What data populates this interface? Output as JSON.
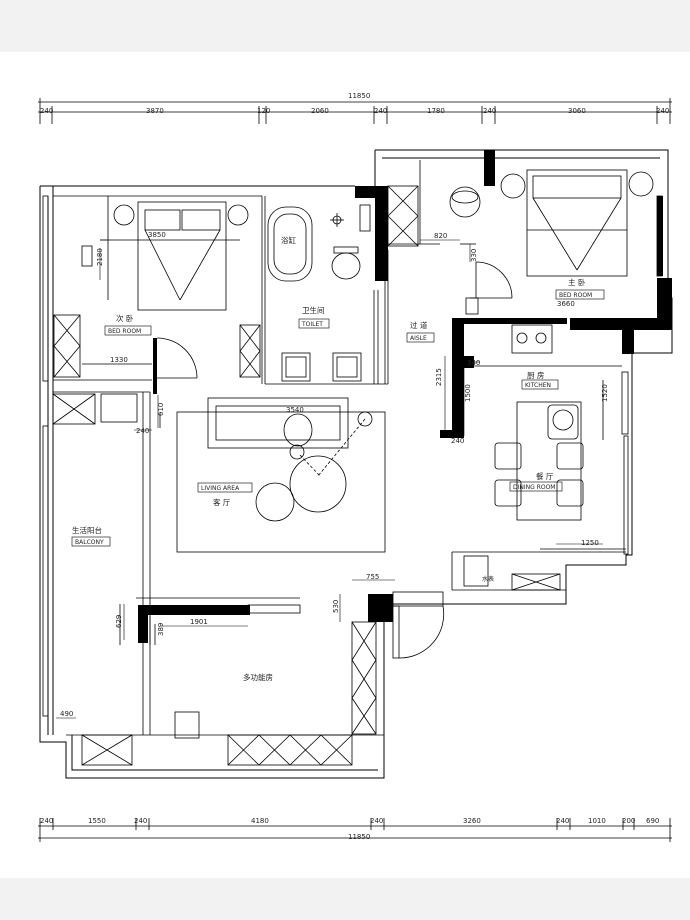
{
  "top_dimensions": {
    "total": "11850",
    "segments": [
      "240",
      "3870",
      "120",
      "2060",
      "240",
      "1780",
      "240",
      "3060",
      "240"
    ]
  },
  "bottom_dimensions": {
    "total": "11850",
    "segments": [
      "240",
      "1550",
      "240",
      "4180",
      "240",
      "3260",
      "240",
      "1010",
      "200",
      "690"
    ]
  },
  "inner_dimensions": {
    "d3850": "3850",
    "d2180": "2180",
    "d1330": "1330",
    "d610": "610",
    "d240a": "240",
    "d3540": "3540",
    "d820": "820",
    "d330": "330",
    "d3660": "3660",
    "d2315": "2315",
    "d1500": "1500",
    "d240b": "240",
    "d340": "340",
    "d1520": "1520",
    "d1250": "1250",
    "d755": "755",
    "d530": "530",
    "d629": "629",
    "d1901": "1901",
    "d389": "389",
    "d490": "490"
  },
  "rooms": {
    "second_bedroom": {
      "cn": "次 卧",
      "en": "BED ROOM"
    },
    "bathtub": "浴缸",
    "toilet": {
      "cn": "卫生间",
      "en": "TOILET"
    },
    "aisle": {
      "cn": "过 道",
      "en": "AISLE"
    },
    "master": {
      "cn": "主 卧",
      "en": "BED ROOM"
    },
    "kitchen": {
      "cn": "厨 房",
      "en": "KITCHEN"
    },
    "dining": {
      "cn": "餐 厅",
      "en": "DINING ROOM"
    },
    "living": {
      "en": "LIVING AREA",
      "cn": "客 厅"
    },
    "balcony": {
      "cn": "生活阳台",
      "en": "BALCONY"
    },
    "multi": "多功能房",
    "small_mark": "水表"
  }
}
